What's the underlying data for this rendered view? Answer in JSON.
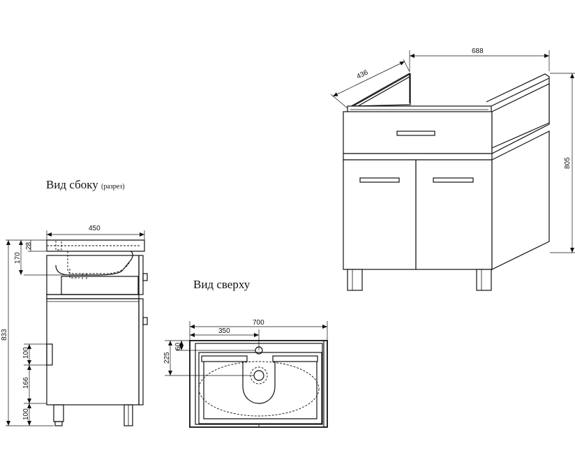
{
  "labels": {
    "side_view": "Вид сбоку",
    "side_view_note": "(разрез)",
    "top_view": "Вид сверху"
  },
  "dimensions": {
    "iso_width": "688",
    "iso_depth": "436",
    "iso_height": "805",
    "side_depth": "450",
    "side_total_height": "833",
    "side_top_offset": "28",
    "side_drawer": "170",
    "side_handle": "100",
    "side_handle_pos": "166",
    "side_leg": "100",
    "top_width": "700",
    "top_half": "350",
    "top_hole_offset": "60",
    "top_drain_offset": "225"
  }
}
